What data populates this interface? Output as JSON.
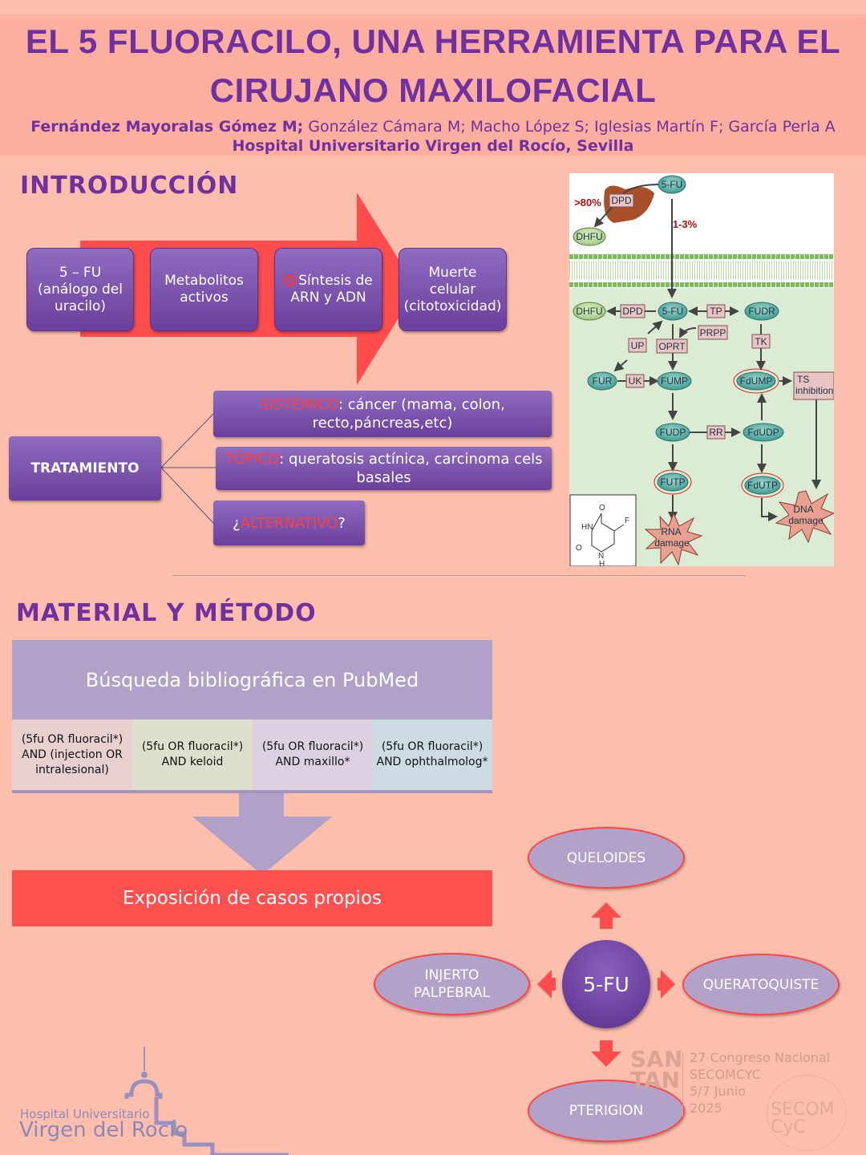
{
  "header": {
    "title_line1": "EL 5 FLUORACILO, UNA HERRAMIENTA PARA EL",
    "title_line2": "CIRUJANO MAXILOFACIAL",
    "first_author": "Fernández Mayoralas Gómez M;",
    "other_authors": " González Cámara M; Macho López S; Iglesias Martín F; García Perla A",
    "institution": "Hospital Universitario Virgen del Rocío, Sevilla"
  },
  "intro": {
    "heading": "INTRODUCCIÓN",
    "steps": [
      "5 – FU (análogo del uracilo)",
      "Metabolitos activos",
      "Síntesis de ARN y ADN",
      "Muerte celular (citotoxicidad)"
    ],
    "step3_icon": "prohibited-icon",
    "treatment_label": "TRATAMIENTO",
    "treatments": [
      {
        "keyword": "SISTÉMICO",
        "text": ": cáncer (mama, colon, recto,páncreas,etc)"
      },
      {
        "keyword": "TÓPICO",
        "text": ": queratosis actínica, carcinoma cels basales"
      },
      {
        "prefix": "¿",
        "keyword": "ALTERNATIVO",
        "text": "?"
      }
    ]
  },
  "pathway": {
    "pct_liver": ">80%",
    "pct_cell": "1-3%",
    "nodes": {
      "fu_top": "5-FU",
      "dpd_top": "DPD",
      "dhfu_top": "DHFU",
      "dhfu": "DHFU",
      "dpd": "DPD",
      "fu": "5-FU",
      "tp": "TP",
      "fudr": "FUDR",
      "prpp": "PRPP",
      "up": "UP",
      "oprt": "OPRT",
      "tk": "TK",
      "fur": "FUR",
      "uk": "UK",
      "fump": "FUMP",
      "fdump": "FdUMP",
      "ts": "TS",
      "ts2": "inhibition",
      "fudp": "FUDP",
      "rr": "RR",
      "fdudp": "FdUDP",
      "futp": "FUTP",
      "fdutp": "FdUTP",
      "rna1": "RNA",
      "rna2": "damage",
      "dna1": "DNA",
      "dna2": "damage"
    },
    "structure_atoms": {
      "o1": "O",
      "o2": "O",
      "hn": "HN",
      "n": "N",
      "h": "H",
      "f": "F"
    }
  },
  "method": {
    "heading": "MATERIAL Y MÉTODO",
    "search_title": "Búsqueda bibliográfica en PubMed",
    "queries": [
      "(5fu OR fluoracil*) AND (injection OR intralesional)",
      "(5fu OR fluoracil*) AND keloid",
      "(5fu OR fluoracil*) AND maxillo*",
      "(5fu OR fluoracil*) AND ophthalmolog*"
    ],
    "cases": "Exposición de casos propios"
  },
  "uses": {
    "center": "5-FU",
    "top": "QUELOIDES",
    "left": "INJERTO PALPEBRAL",
    "right": "QUERATOQUISTE",
    "bottom": "PTERIGION"
  },
  "footer": {
    "hospital_line1": "Hospital Universitario",
    "hospital_line2": "Virgen del Rocío",
    "congress_city1": "SAN",
    "congress_city2": "TAN",
    "congress": [
      "27 Congreso Nacional",
      "SECOMCYC",
      "5/7 Junio",
      "2025"
    ],
    "society_logo": "SECOM CyC"
  },
  "colors": {
    "title": "#7030a0",
    "accent_red": "#ff4d4d",
    "box_purple": "#7a52ad",
    "lavender": "#b2a1c9",
    "background": "#fdbfac"
  }
}
